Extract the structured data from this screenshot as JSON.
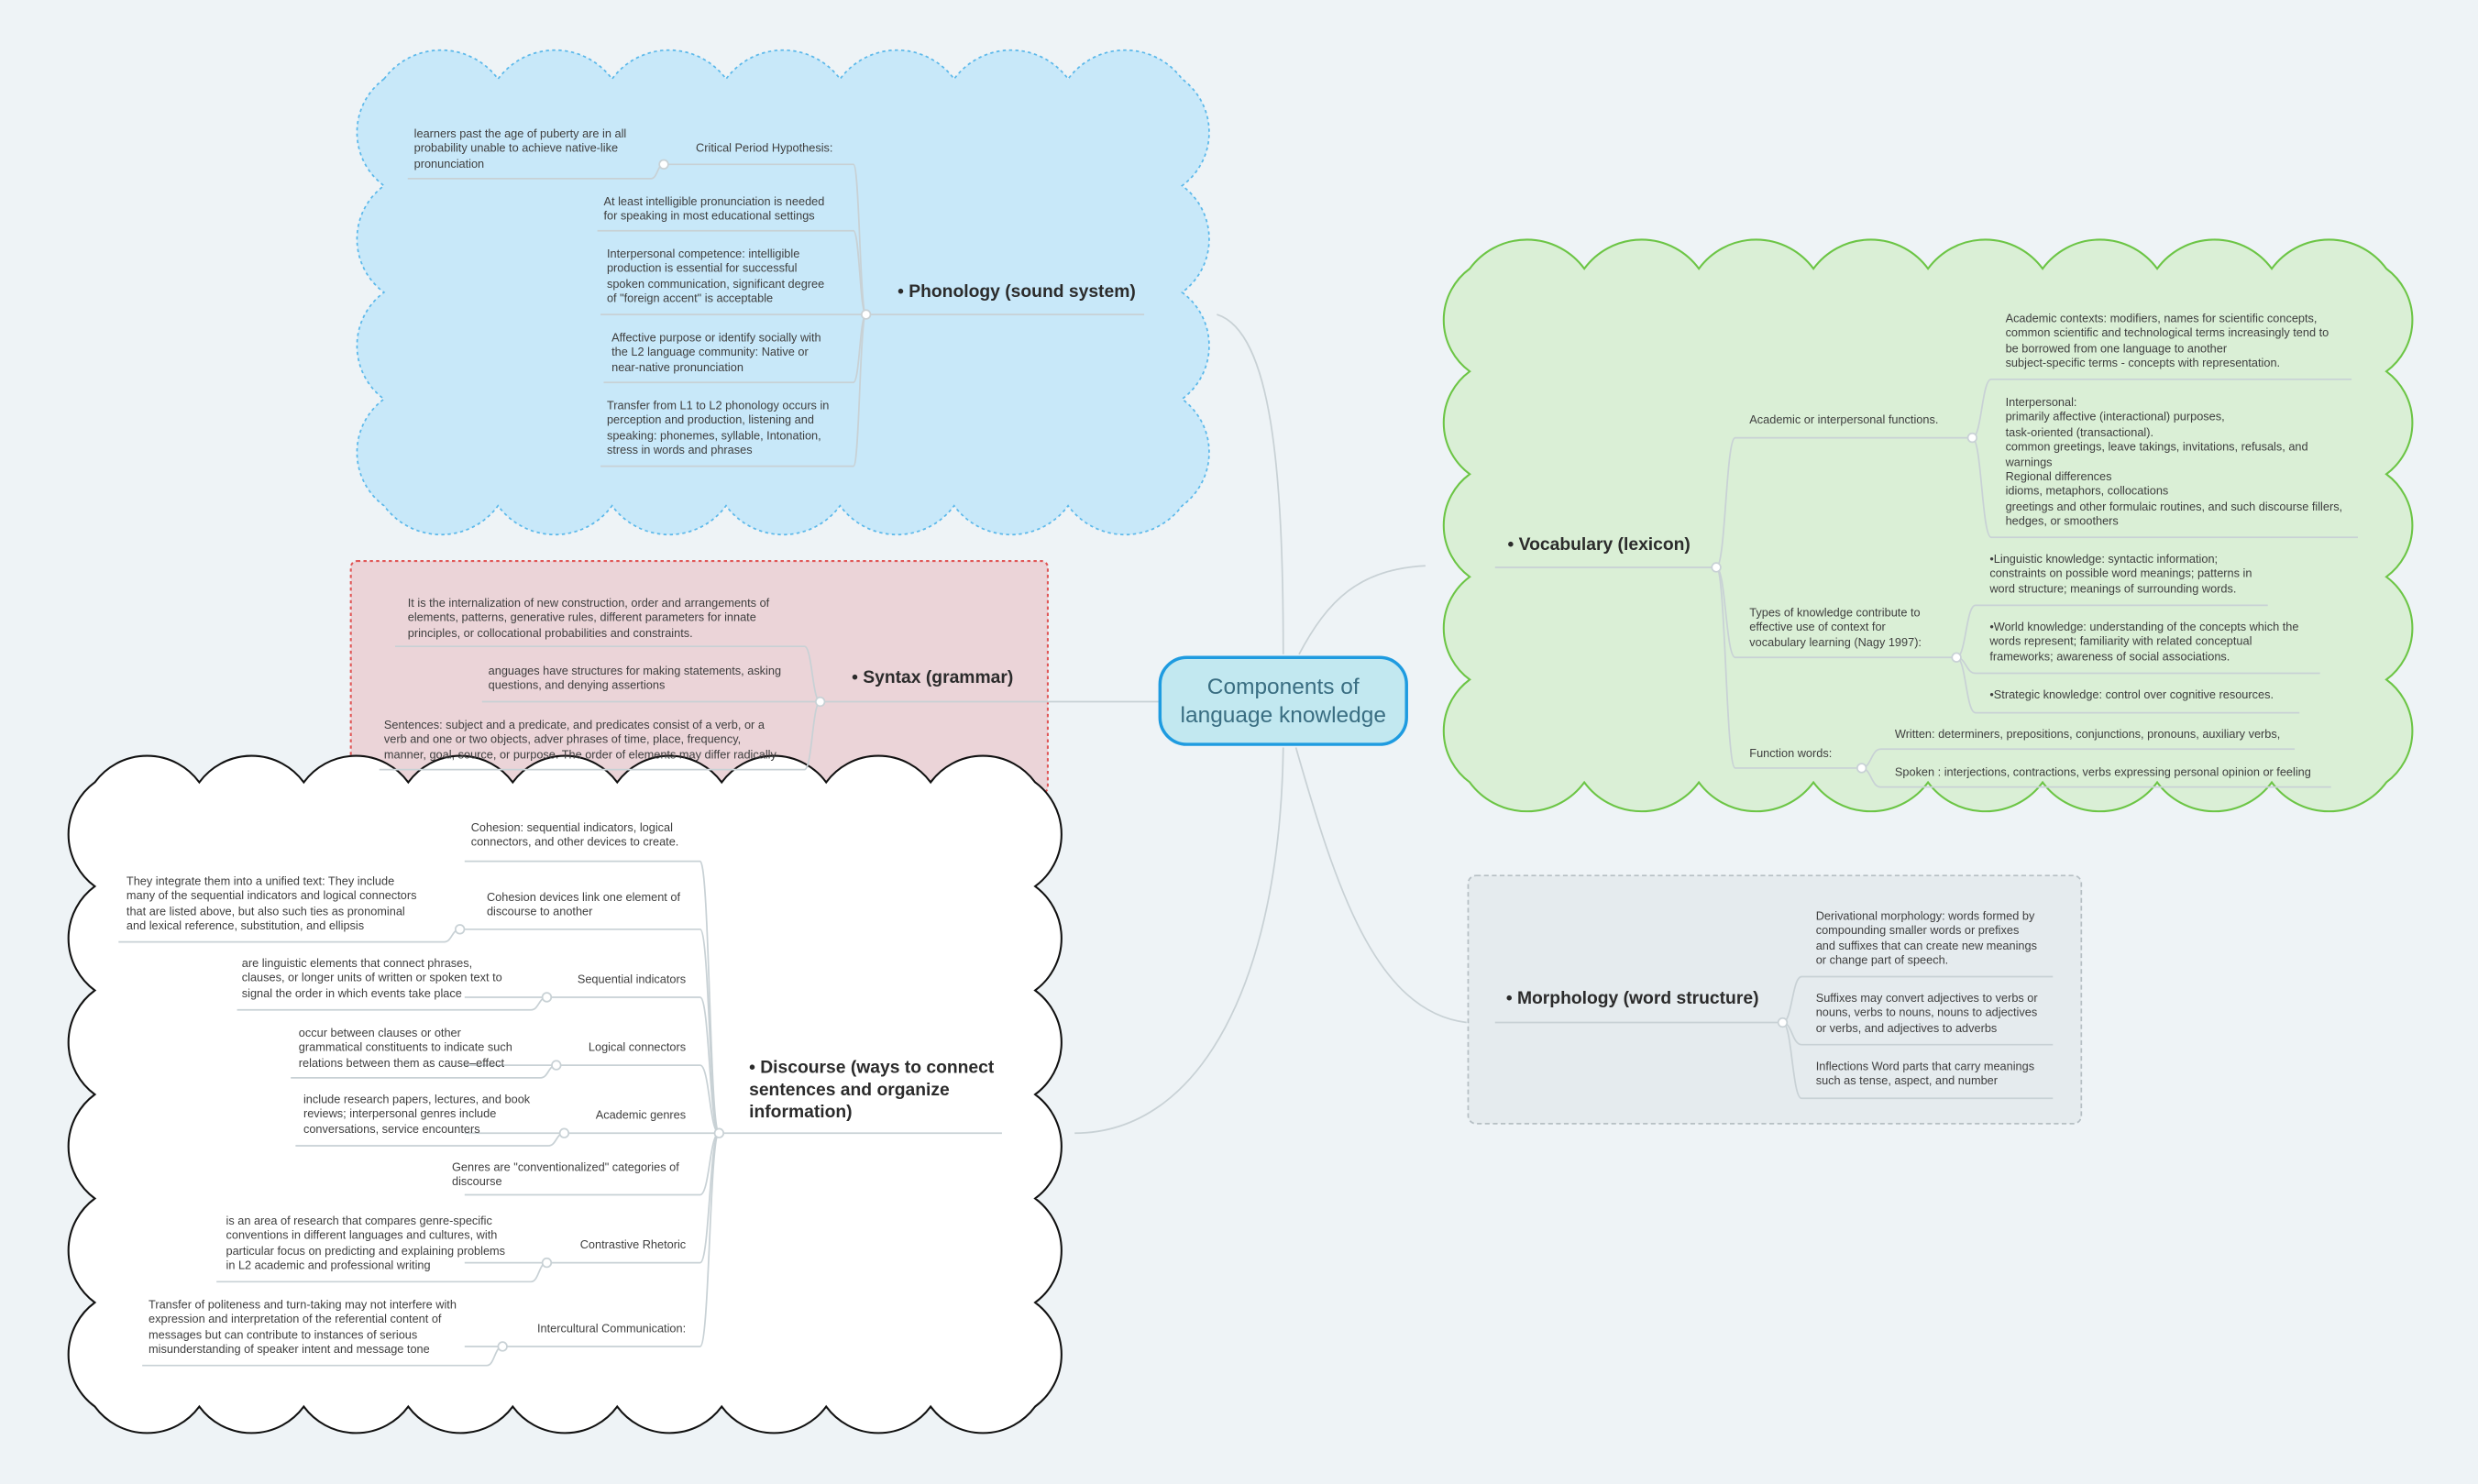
{
  "colors": {
    "background": "#eef3f6",
    "central_fill": "#c2e8f0",
    "central_border": "#1e9be0",
    "phonology_fill": "#c8e8f9",
    "phonology_border": "#5bb8ea",
    "syntax_fill": "#ebd4d8",
    "syntax_border": "#e05656",
    "discourse_fill": "#ffffff",
    "discourse_border": "#111111",
    "vocabulary_fill": "#daefd6",
    "vocabulary_border": "#6cc545",
    "morphology_fill": "#e5ebee",
    "morphology_border": "#b6bfc4",
    "connector": "#c8d1d5"
  },
  "central": {
    "label": "Components of\nlanguage knowledge"
  },
  "phonology": {
    "topic": "• Phonology (sound system)",
    "items": [
      {
        "label": "Critical Period Hypothesis:",
        "children": [
          "learners past the age of puberty are in all\nprobability unable to achieve native-like\npronunciation"
        ]
      },
      {
        "label": "At least intelligible pronunciation is needed\nfor speaking in most educational settings"
      },
      {
        "label": "Interpersonal competence: intelligible\nproduction is essential for successful\nspoken communication, significant degree\nof \"foreign accent\" is acceptable"
      },
      {
        "label": "Affective purpose or identify socially with\nthe L2 language community: Native or\nnear-native pronunciation"
      },
      {
        "label": "Transfer from L1 to L2 phonology occurs in\nperception and production, listening and\nspeaking: phonemes, syllable, Intonation,\nstress in words and phrases"
      }
    ]
  },
  "syntax": {
    "topic": "• Syntax (grammar)",
    "items": [
      "It  is the internalization of new construction, order and arrangements of\nelements, patterns, generative rules, different parameters for innate\nprinciples, or collocational probabilities and constraints.",
      "anguages have structures for making statements, asking\nquestions, and denying assertions",
      "Sentences: subject and a predicate, and predicates consist of a verb, or a\nverb and one or two objects, adver phrases of time, place, frequency,\nmanner, goal, source, or purpose. The order of elements may differ radically"
    ]
  },
  "discourse": {
    "topic": "• Discourse (ways to connect\nsentences and organize\ninformation)",
    "items": [
      {
        "label": "Cohesion: sequential indicators, logical\nconnectors, and other devices to create."
      },
      {
        "label": "Cohesion devices link one element of\ndiscourse to another",
        "child": "They integrate them into a unified text: They include\nmany of the sequential indicators and logical connectors\nthat are listed above, but also such ties as pronominal\nand lexical reference, substitution, and ellipsis"
      },
      {
        "label": "Sequential indicators",
        "child": "are linguistic elements that connect phrases,\nclauses, or longer units of written or spoken text to\nsignal the order in which events take place"
      },
      {
        "label": "Logical connectors",
        "child": "occur between clauses or other\ngrammatical constituents to indicate such\nrelations between them as cause–effect"
      },
      {
        "label": "Academic genres",
        "child": "include research papers, lectures, and book\nreviews; interpersonal genres include\nconversations, service encounters"
      },
      {
        "label": "Genres are \"conventionalized\" categories of\ndiscourse"
      },
      {
        "label": "Contrastive Rhetoric",
        "child": "is an area of research that compares genre-specific\nconventions in different languages and cultures, with\nparticular focus on predicting and explaining problems\nin L2 academic and professional writing"
      },
      {
        "label": "Intercultural Communication:",
        "child": "Transfer of politeness and turn-taking may not interfere with\nexpression and interpretation of the referential content of\nmessages but can contribute to instances of serious\nmisunderstanding of speaker intent and message tone"
      }
    ]
  },
  "vocabulary": {
    "topic": "• Vocabulary (lexicon)",
    "branches": [
      {
        "label": "Academic or interpersonal functions.",
        "children": [
          "Academic contexts: modifiers, names for scientific concepts,\ncommon scientific and technological terms increasingly tend to\nbe borrowed from one language to another\nsubject-specific terms - concepts with representation.",
          "Interpersonal:\nprimarily affective (interactional) purposes,\ntask-oriented (transactional).\ncommon greetings, leave takings, invitations, refusals, and\nwarnings\nRegional differences\nidioms, metaphors, collocations\ngreetings and other formulaic routines, and such discourse fillers,\nhedges, or smoothers"
        ]
      },
      {
        "label": "Types of knowledge contribute to\neffective use of context for\nvocabulary learning (Nagy 1997):",
        "children": [
          "•Linguistic knowledge: syntactic information;\nconstraints on possible word meanings; patterns in\nword structure; meanings of surrounding words.",
          "•World knowledge: understanding of the concepts which the\nwords represent; familiarity with related conceptual\nframeworks; awareness of social associations.",
          "•Strategic knowledge: control over cognitive resources."
        ]
      },
      {
        "label": "Function words:",
        "children": [
          "Written: determiners, prepositions, conjunctions, pronouns, auxiliary verbs,",
          "Spoken : interjections, contractions, verbs expressing personal opinion or feeling"
        ]
      }
    ]
  },
  "morphology": {
    "topic": "• Morphology (word structure)",
    "items": [
      "Derivational morphology: words formed by\ncompounding smaller words  or prefixes\nand suffixes that can create new meanings\nor change part of speech.",
      "Suffixes may convert adjectives to verbs or\nnouns, verbs to nouns, nouns to adjectives\nor verbs, and adjectives to adverbs",
      "Inflections Word parts that carry meanings\nsuch as tense, aspect, and number"
    ]
  }
}
